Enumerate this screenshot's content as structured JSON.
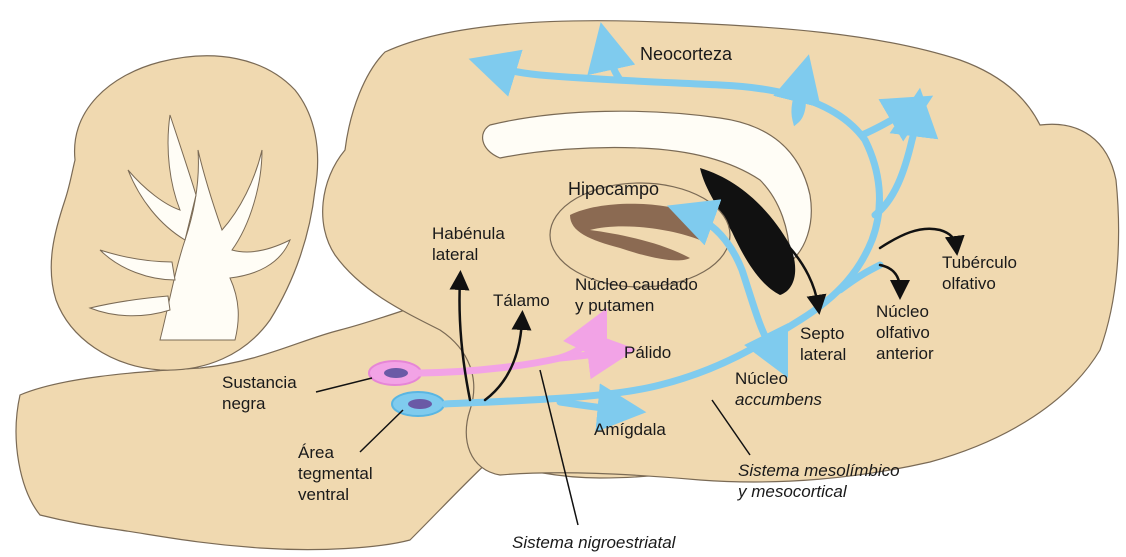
{
  "colors": {
    "tissue": "#f0d9b0",
    "tissue_outline": "#7a6a55",
    "white_matter": "#fffdf6",
    "ventricle": "#111111",
    "hippocampus": "#8b6a52",
    "mesolimbic": "#7fcbee",
    "nigrostriatal": "#f2a3e6",
    "other": "#111111"
  },
  "labels": {
    "neocorteza": "Neocorteza",
    "hipocampo": "Hipocampo",
    "habenula_1": "Habénula",
    "habenula_2": "lateral",
    "nucleo_caudado_1": "Núcleo caudado",
    "nucleo_caudado_2": "y putamen",
    "talamo": "Tálamo",
    "palido": "Pálido",
    "sustancia_1": "Sustancia",
    "sustancia_2": "negra",
    "area_1": "Área",
    "area_2": "tegmental",
    "area_3": "ventral",
    "amigdala": "Amígdala",
    "accumbens_1": "Núcleo",
    "accumbens_2": "accumbens",
    "septo_1": "Septo",
    "septo_2": "lateral",
    "olfativo_ant_1": "Núcleo",
    "olfativo_ant_2": "olfativo",
    "olfativo_ant_3": "anterior",
    "tuberculo_1": "Tubérculo",
    "tuberculo_2": "olfativo",
    "mesolimbico_1": "Sistema mesolímbico",
    "mesolimbico_2": "y mesocortical",
    "nigroestriatal": "Sistema nigroestriatal"
  }
}
